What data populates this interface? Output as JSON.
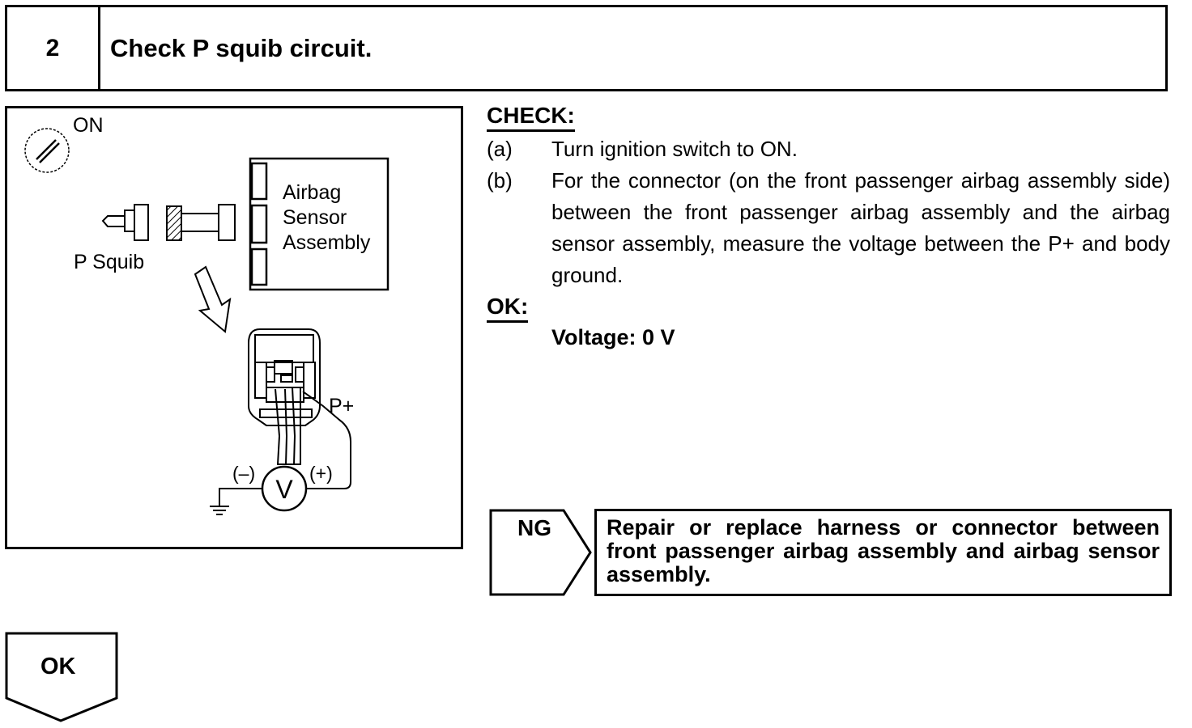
{
  "step": {
    "number": "2",
    "title": "Check P squib circuit."
  },
  "figure": {
    "ignition_label": "ON",
    "squib_label": "P Squib",
    "sensor_label_lines": [
      "Airbag",
      "Sensor",
      "Assembly"
    ],
    "terminal_label": "P+",
    "negative_label": "(–)",
    "positive_label": "(+)",
    "meter_symbol": "V"
  },
  "check": {
    "heading": "CHECK:",
    "steps": [
      {
        "label": "(a)",
        "text": "Turn ignition switch to ON."
      },
      {
        "label": "(b)",
        "text": "For the connector (on the front passenger airbag assembly side) between the front passenger airbag assembly and the airbag sensor assembly, measure the voltage between the P+ and body ground."
      }
    ]
  },
  "ok_spec": {
    "heading": "OK:",
    "value": "Voltage: 0 V"
  },
  "ng": {
    "label": "NG",
    "action": "Repair or replace harness or connector between front passenger airbag assembly and airbag sensor assembly."
  },
  "ok_result": {
    "label": "OK"
  }
}
